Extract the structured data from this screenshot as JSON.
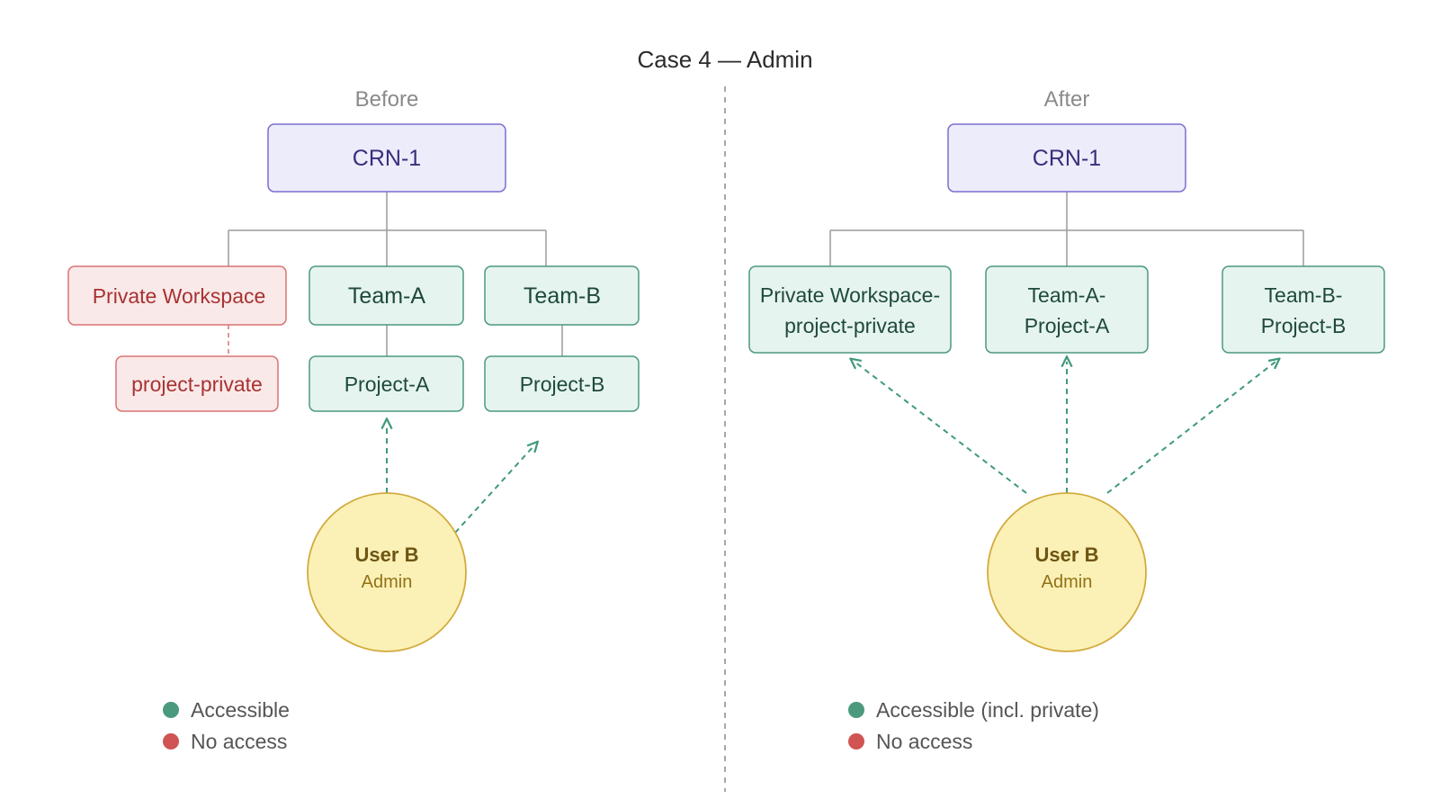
{
  "title": "Case 4 — Admin",
  "colors": {
    "root_fill": "#ececfb",
    "root_stroke": "#7b6fd0",
    "root_text": "#3a2d7c",
    "ok_fill": "#e6f4ef",
    "ok_stroke": "#4c9a7d",
    "ok_text": "#1e4a3a",
    "deny_fill": "#fae9e9",
    "deny_stroke": "#d97474",
    "deny_text": "#a83232",
    "user_fill": "#fbf1b6",
    "user_stroke": "#d2ab3e",
    "user_text": "#6e5512",
    "user_sub": "#927217",
    "arrow": "#3f9a78",
    "tree_line": "#9b9b9b",
    "divider": "#a8a8a8",
    "legend_ok": "#4c9a7d",
    "legend_deny": "#d05454"
  },
  "panels": [
    {
      "id": "before",
      "heading": "Before",
      "root": "CRN-1",
      "nodes": [
        {
          "id": "private-workspace",
          "lines": [
            "Private Workspace"
          ],
          "status": "deny"
        },
        {
          "id": "project-private",
          "lines": [
            "project-private"
          ],
          "status": "deny"
        },
        {
          "id": "team-a",
          "lines": [
            "Team-A"
          ],
          "status": "ok"
        },
        {
          "id": "project-a",
          "lines": [
            "Project-A"
          ],
          "status": "ok"
        },
        {
          "id": "team-b",
          "lines": [
            "Team-B"
          ],
          "status": "ok"
        },
        {
          "id": "project-b",
          "lines": [
            "Project-B"
          ],
          "status": "ok"
        }
      ],
      "user": {
        "name": "User B",
        "role": "Admin"
      },
      "legend": [
        {
          "label": "Accessible",
          "status": "ok"
        },
        {
          "label": "No access",
          "status": "deny"
        }
      ]
    },
    {
      "id": "after",
      "heading": "After",
      "root": "CRN-1",
      "nodes": [
        {
          "id": "private-workspace-project-private",
          "lines": [
            "Private Workspace-",
            "project-private"
          ],
          "status": "ok"
        },
        {
          "id": "team-a-project-a",
          "lines": [
            "Team-A-",
            "Project-A"
          ],
          "status": "ok"
        },
        {
          "id": "team-b-project-b",
          "lines": [
            "Team-B-",
            "Project-B"
          ],
          "status": "ok"
        }
      ],
      "user": {
        "name": "User B",
        "role": "Admin"
      },
      "legend": [
        {
          "label": "Accessible (incl. private)",
          "status": "ok"
        },
        {
          "label": "No access",
          "status": "deny"
        }
      ]
    }
  ]
}
